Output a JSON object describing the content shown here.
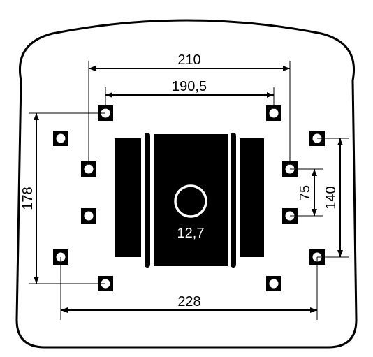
{
  "dimensions": {
    "top_outer": "210",
    "top_inner": "190,5",
    "left_vertical": "178",
    "right_inner": "75",
    "right_outer": "140",
    "bottom": "228",
    "center_hole": "12,7"
  },
  "colors": {
    "stroke": "#000000",
    "fill_dark": "#000000",
    "background": "#ffffff"
  }
}
